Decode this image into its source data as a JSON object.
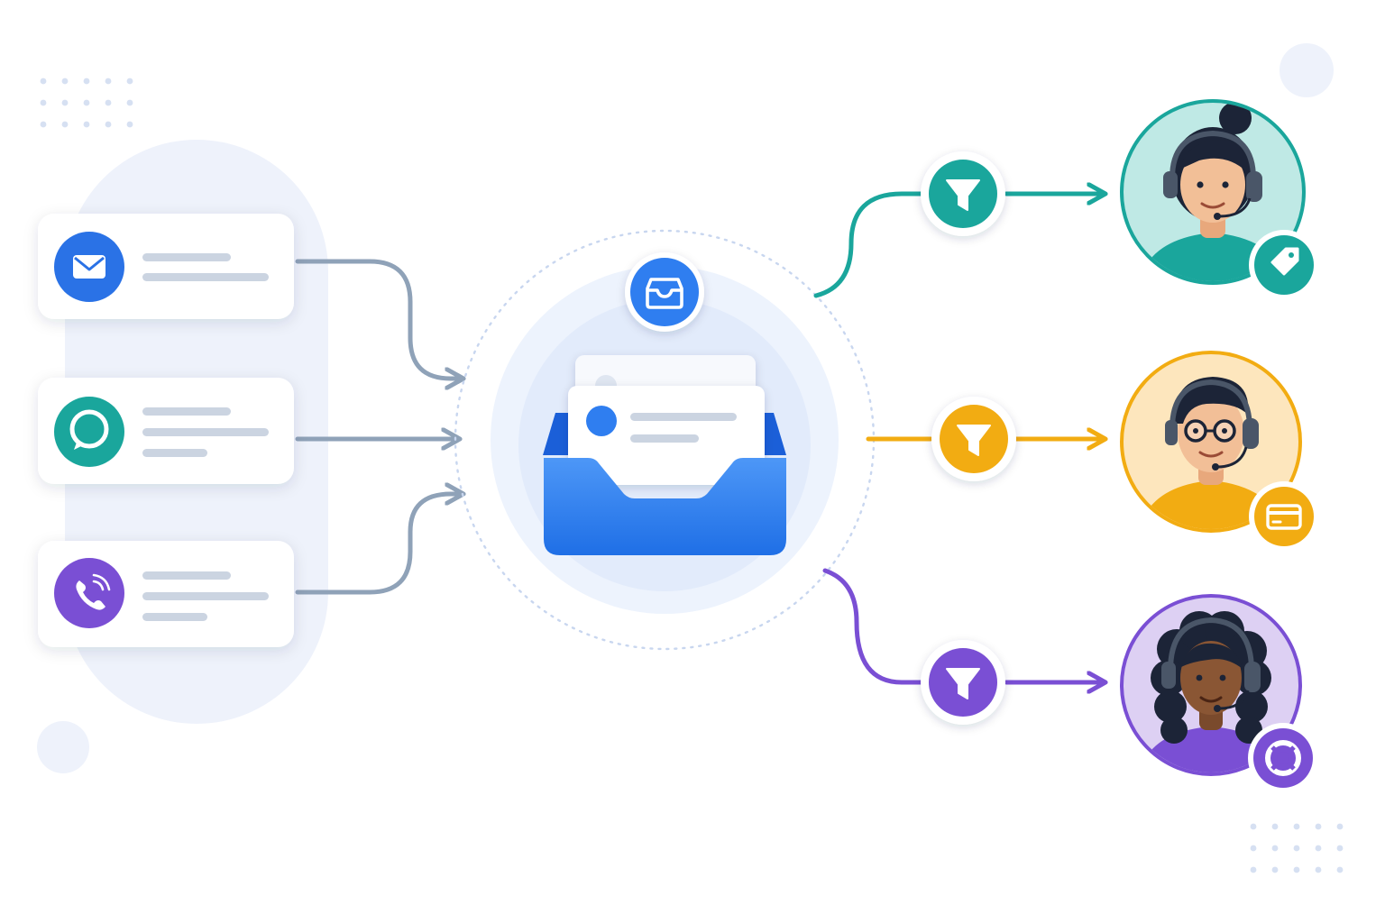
{
  "colors": {
    "background": "#ffffff",
    "soft_blob": "#eef2fb",
    "dot": "#d6e0f2",
    "card": "#ffffff",
    "placeholder_line": "#cbd4e1",
    "connector_gray": "#8fa2b8",
    "inbox_blue": "#2f7ef0",
    "inbox_blue_dark": "#1b5fd8",
    "teal": "#1aa69c",
    "amber": "#f2ac12",
    "purple": "#7a4fd4"
  },
  "channels": [
    {
      "id": "email",
      "icon": "envelope-icon",
      "color": "#2a72e6",
      "placeholder_lines": 2
    },
    {
      "id": "chat",
      "icon": "chat-bubble-icon",
      "color": "#1aa69c",
      "placeholder_lines": 3
    },
    {
      "id": "phone",
      "icon": "phone-icon",
      "color": "#7a4fd4",
      "placeholder_lines": 3
    }
  ],
  "hub": {
    "icon": "inbox-tray-icon",
    "badge_icon": "inbox-icon",
    "message_count_shown": 2
  },
  "routes": [
    {
      "id": "sales",
      "color": "#1aa69c",
      "filter_icon": "filter-funnel-icon",
      "agent_badge_icon": "tag-icon",
      "agent_bg": "#bfe9e5"
    },
    {
      "id": "billing",
      "color": "#f2ac12",
      "filter_icon": "filter-funnel-icon",
      "agent_badge_icon": "credit-card-icon",
      "agent_bg": "#fde6bd"
    },
    {
      "id": "support",
      "color": "#7a4fd4",
      "filter_icon": "filter-funnel-icon",
      "agent_badge_icon": "lifebuoy-icon",
      "agent_bg": "#ddd0f3"
    }
  ]
}
